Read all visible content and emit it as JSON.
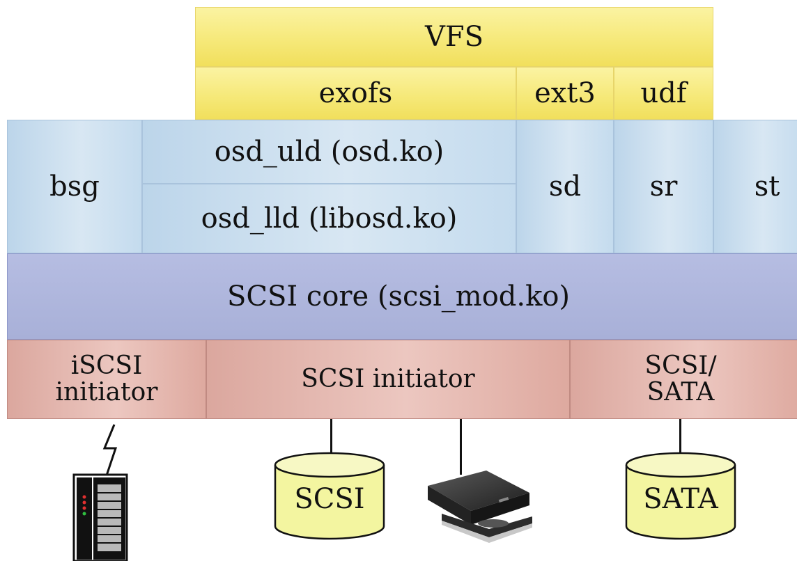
{
  "layers": {
    "vfs": "VFS",
    "exofs": "exofs",
    "ext3": "ext3",
    "udf": "udf",
    "bsg": "bsg",
    "osd_uld": "osd_uld (osd.ko)",
    "osd_lld": "osd_lld (libosd.ko)",
    "sd": "sd",
    "sr": "sr",
    "st": "st",
    "scsi_core": "SCSI core (scsi_mod.ko)",
    "iscsi_line1": "iSCSI",
    "iscsi_line2": "initiator",
    "scsi_initiator": "SCSI initiator",
    "sata_line1": "SCSI/",
    "sata_line2": "SATA"
  },
  "devices": {
    "scsi_disk": "SCSI",
    "sata_disk": "SATA",
    "icons": [
      "lightning-icon",
      "server-icon",
      "optical-drive-icon"
    ]
  },
  "colors": {
    "filesystem_layer": "#f6e97a",
    "driver_layer": "#c8dcee",
    "core_layer": "#aab1d9",
    "transport_layer": "#e3b3aa",
    "disk": "#f3f5a0"
  }
}
